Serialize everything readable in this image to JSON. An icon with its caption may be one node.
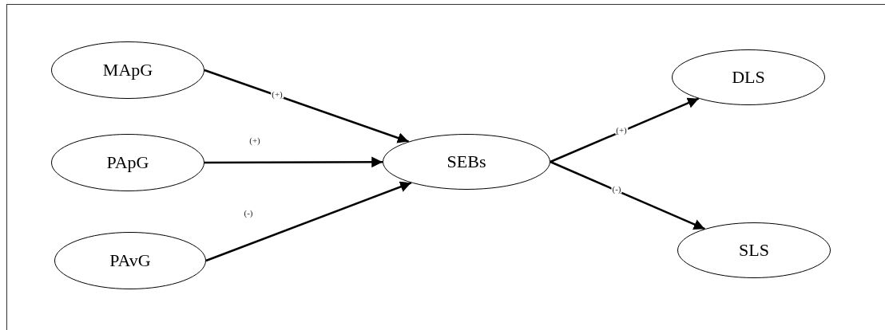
{
  "diagram": {
    "nodes": [
      {
        "text": [
          "MApG"
        ]
      },
      {
        "text": [
          "PApG"
        ]
      },
      {
        "text": [
          "PAvG"
        ]
      },
      {
        "text": [
          "SEBs"
        ]
      },
      {
        "text": [
          "DLS"
        ]
      },
      {
        "text": [
          "SLS"
        ]
      }
    ],
    "edges": [
      {
        "from": 0,
        "to": 3,
        "arrow": "to",
        "label": "(+)"
      },
      {
        "from": 1,
        "to": 3,
        "arrow": "to",
        "label": "(+)"
      },
      {
        "from": 2,
        "to": 3,
        "arrow": "to",
        "label": "(-)"
      },
      {
        "from": 3,
        "to": 4,
        "arrow": "to",
        "label": "(+)"
      },
      {
        "from": 3,
        "to": 5,
        "arrow": "to",
        "label": "(-)"
      }
    ]
  }
}
